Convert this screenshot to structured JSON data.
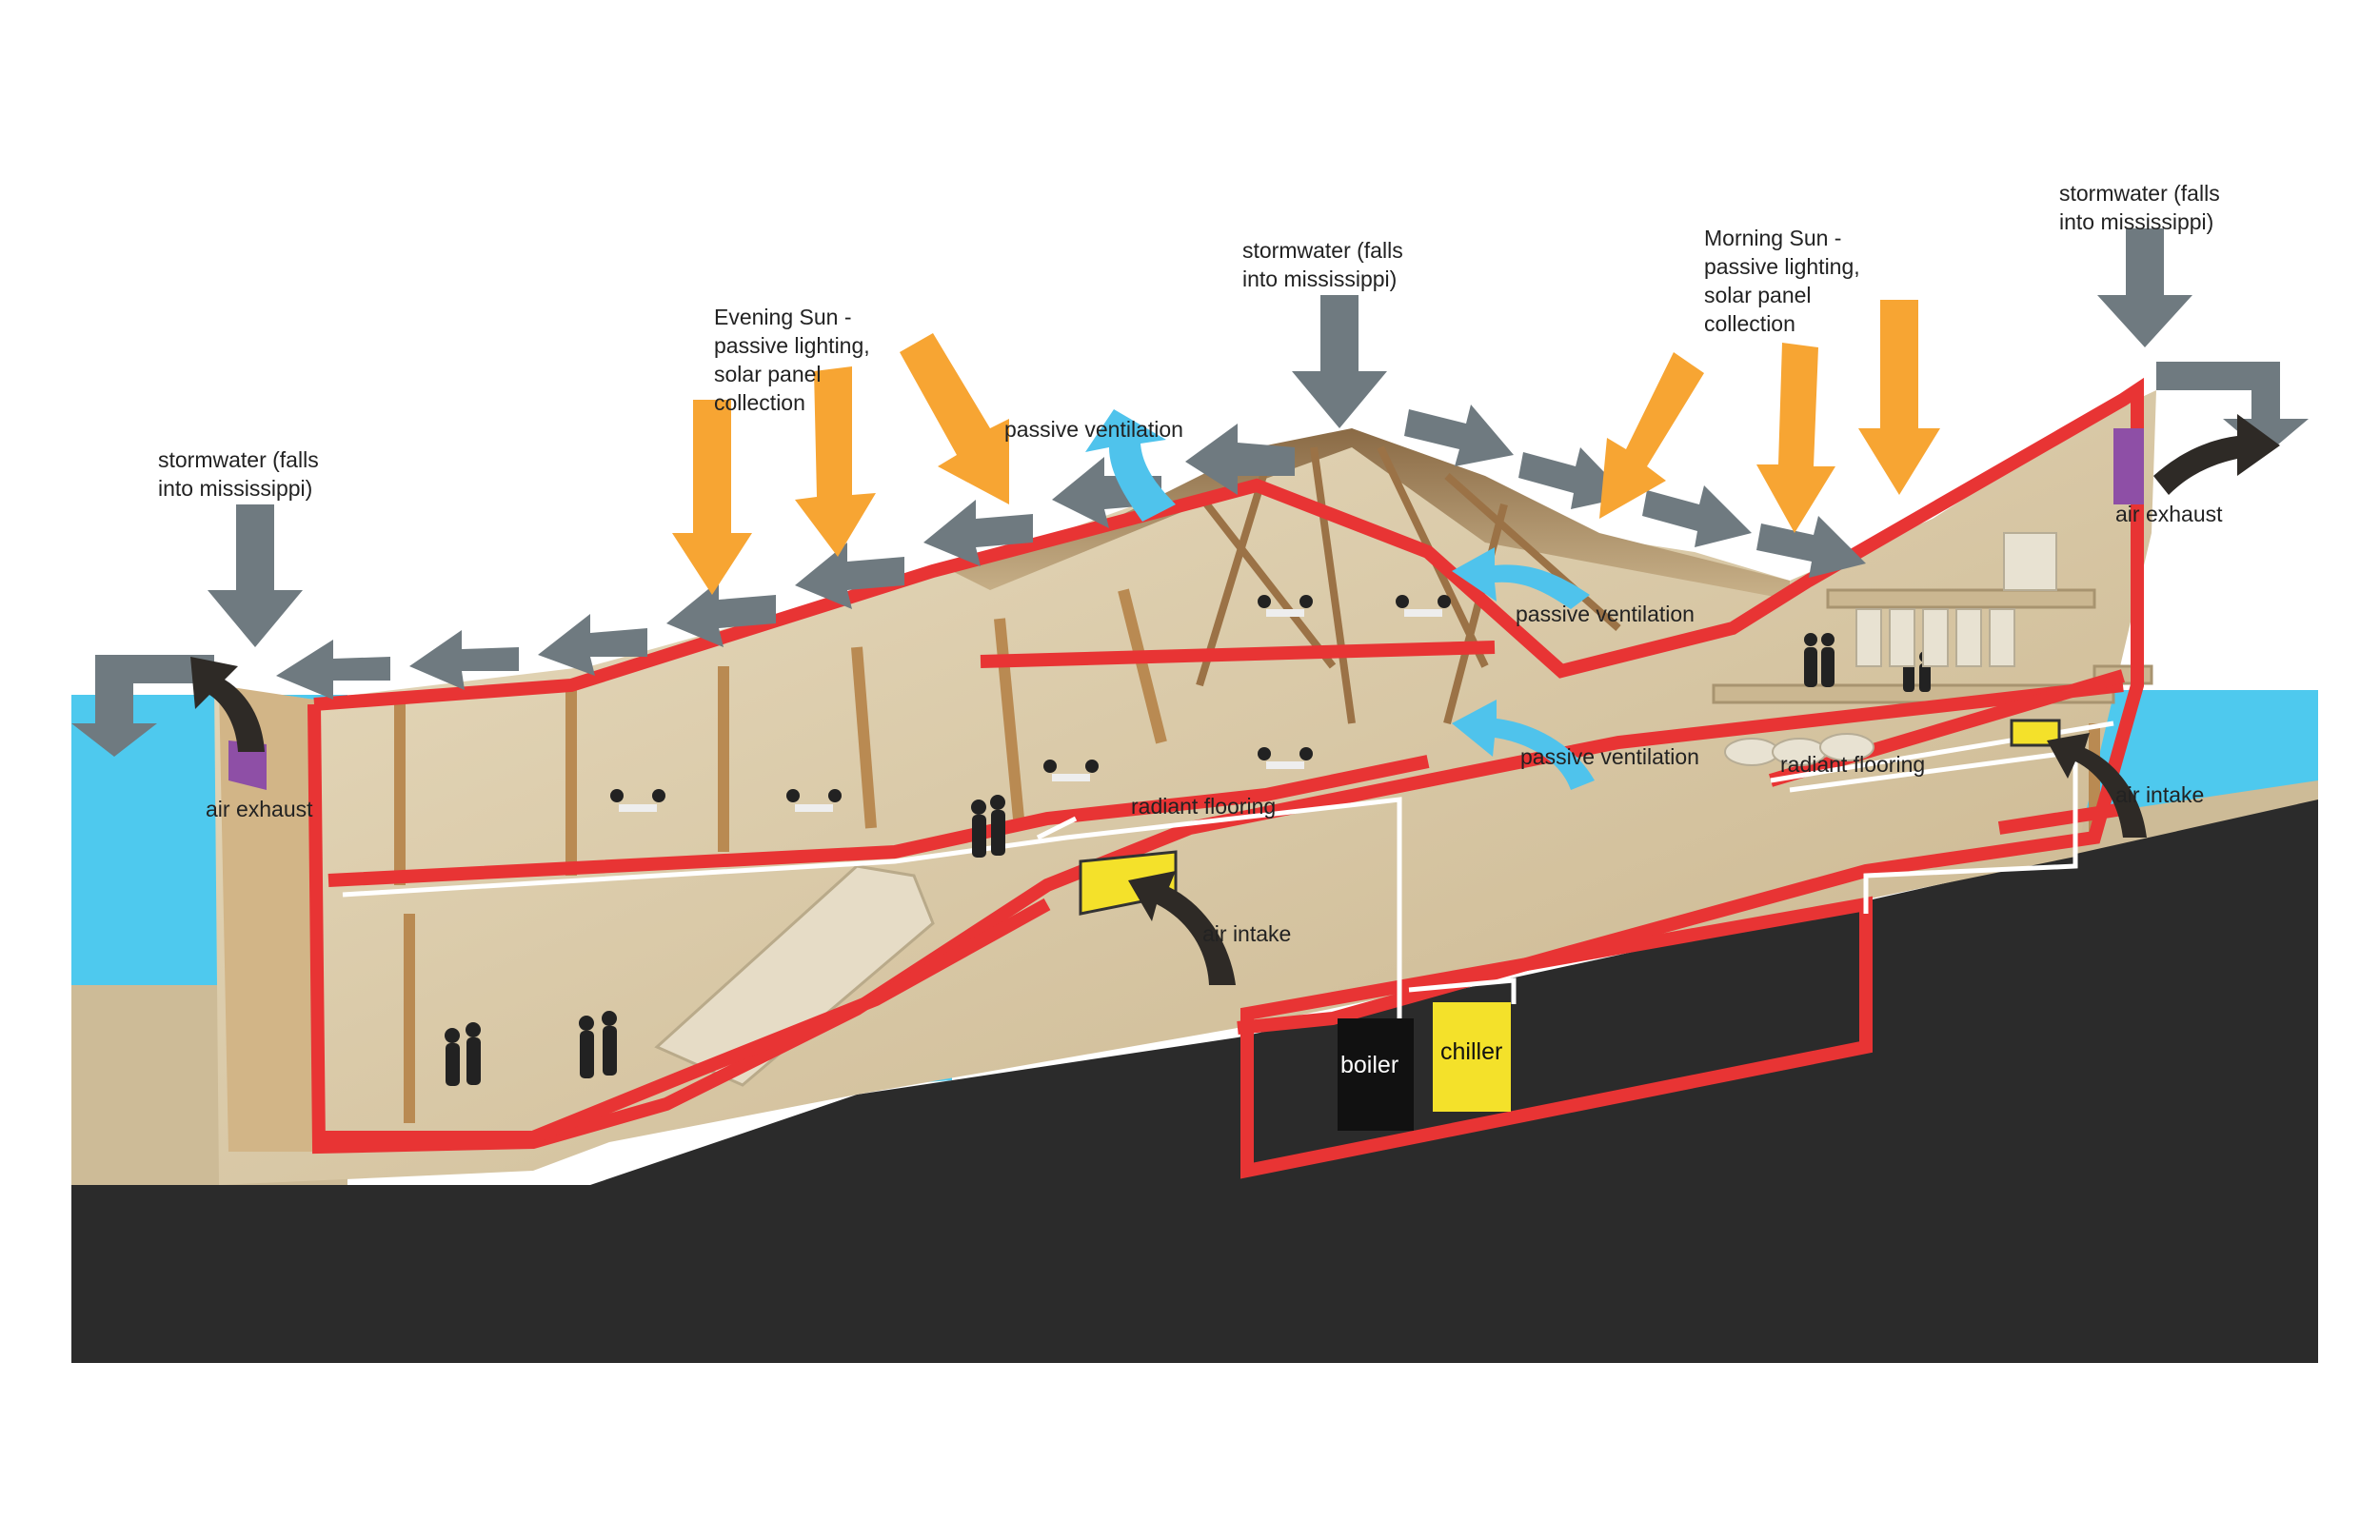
{
  "labels": {
    "stormwater_left": "stormwater (falls\ninto mississippi)",
    "stormwater_center": "stormwater (falls\ninto mississippi)",
    "stormwater_right": "stormwater (falls\ninto mississippi)",
    "evening_sun": "Evening Sun -\npassive lighting,\nsolar panel\ncollection",
    "morning_sun": "Morning Sun -\npassive lighting,\nsolar panel\ncollection",
    "passive_ventilation_top": "passive ventilation",
    "passive_ventilation_mid": "passive ventilation",
    "passive_ventilation_low": "passive ventilation",
    "air_exhaust_left": "air exhaust",
    "air_exhaust_right": "air exhaust",
    "air_intake_center": "air intake",
    "air_intake_right": "air intake",
    "radiant_flooring_center": "radiant flooring",
    "radiant_flooring_right": "radiant flooring",
    "boiler": "boiler",
    "chiller": "chiller"
  },
  "colors": {
    "structure_outline": "#e83434",
    "water": "#4ec9ee",
    "ground": "#2b2b2b",
    "sun_arrow": "#f7a533",
    "stormwater_arrow": "#6f7a80",
    "ventilation_arrow": "#4fc3ec",
    "air_arrow": "#2e2a26",
    "exhaust_vent": "#8e4fa6",
    "intake_vent": "#f4e12a",
    "interior": "#d9c7a3",
    "timber": "#b98a52"
  }
}
